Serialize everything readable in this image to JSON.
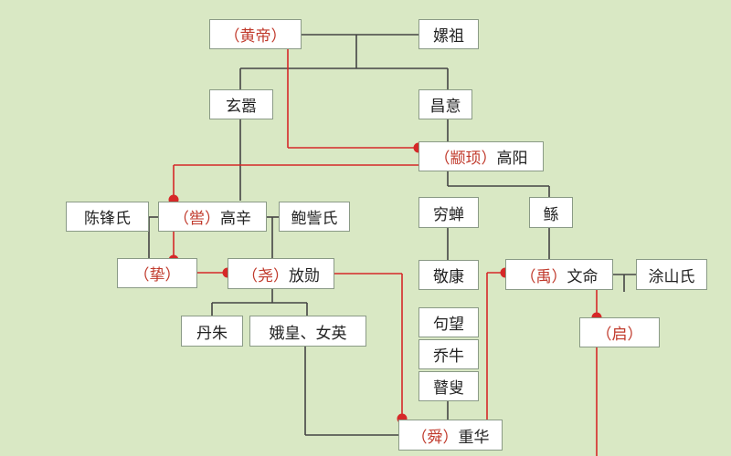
{
  "colors": {
    "background": "#d9e8c4",
    "box_border": "#8a9a86",
    "line": "#444444",
    "highlight": "#d62828",
    "marked_text": "#c0392b"
  },
  "nodes": {
    "huangdi": {
      "paren": "（黄帝）",
      "rest": ""
    },
    "leizu": {
      "paren": "",
      "rest": "嫘祖"
    },
    "xuanxiao": {
      "paren": "",
      "rest": "玄嚣"
    },
    "changyi": {
      "paren": "",
      "rest": "昌意"
    },
    "zhuanxu": {
      "paren": "（颛顼）",
      "rest": "高阳"
    },
    "chenfeng": {
      "paren": "",
      "rest": "陈锋氏"
    },
    "ku": {
      "paren": "（喾）",
      "rest": "高辛"
    },
    "zouzi": {
      "paren": "",
      "rest": "鲍訾氏"
    },
    "qiongchan": {
      "paren": "",
      "rest": "穷蝉"
    },
    "gun": {
      "paren": "",
      "rest": "鲧"
    },
    "zhi": {
      "paren": "（挚）",
      "rest": ""
    },
    "yao": {
      "paren": "（尧）",
      "rest": "放勋"
    },
    "jingkang": {
      "paren": "",
      "rest": "敬康"
    },
    "yu": {
      "paren": "（禹）",
      "rest": "文命"
    },
    "tushan": {
      "paren": "",
      "rest": "涂山氏"
    },
    "danzhu": {
      "paren": "",
      "rest": "丹朱"
    },
    "ehuang": {
      "paren": "",
      "rest": "娥皇、女英"
    },
    "juwang": {
      "paren": "",
      "rest": "句望"
    },
    "qi": {
      "paren": "（启）",
      "rest": ""
    },
    "qiaoniu": {
      "paren": "",
      "rest": "乔牛"
    },
    "gusou": {
      "paren": "",
      "rest": "瞽叟"
    },
    "shun": {
      "paren": "（舜）",
      "rest": "重华"
    }
  }
}
